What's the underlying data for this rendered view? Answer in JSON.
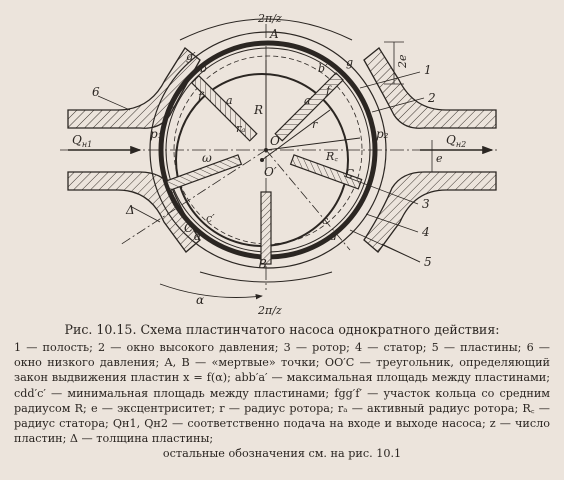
{
  "figure": {
    "labels": {
      "top_angle": "2π/z",
      "bottom_angle": "2π/z",
      "point_A": "A",
      "point_B": "B",
      "point_C": "C",
      "point_Ccenter": "C",
      "point_O": "O",
      "point_Oprime": "O′",
      "g_left": "g′",
      "b_left": "b",
      "b_right": "b′",
      "g_right": "g",
      "a_left": "a",
      "a_right": "a′",
      "f_left": "f′",
      "f_right": "f",
      "c_left": "c′",
      "c_right": "c",
      "d_left": "d′",
      "d_right": "d",
      "R": "R",
      "ra": "rₐ",
      "r": "r",
      "Rc": "R꜀",
      "omega": "ω",
      "alpha": "α",
      "delta": "Δ",
      "two_e": "2e",
      "e": "e",
      "p1": "p₁",
      "p2": "p₂",
      "Q_in": "Q",
      "Q_in_sub": "н1",
      "Q_out": "Q",
      "Q_out_sub": "н2",
      "num_1": "1",
      "num_2": "2",
      "num_3": "3",
      "num_4": "4",
      "num_5": "5",
      "num_6": "6"
    }
  },
  "caption": {
    "title": "Рис. 10.15. Схема пластинчатого насоса однократного действия:",
    "body": "1 — полость; 2 — окно высокого давления; 3 — ротор; 4 — статор; 5 — пластины; 6 — окно низкого давления; A, B — «мертвые» точки; OO′C — треугольник, определяющий закон выдвижения пластин x = f(α); abb′a′ — максимальная площадь между пластинами; cdd′c′ — минимальная площадь между пластинами; fgg′f′ — участок кольца со средним радиусом R; e — эксцентриситет; r — радиус ротора; rₐ — активный радиус ротора; R꜀ — радиус статора; Qн1, Qн2 — соответственно подача на входе и выходе насоса; z — число пластин; Δ — толщина пластины;",
    "last": "остальные обозначения см. на рис. 10.1"
  }
}
